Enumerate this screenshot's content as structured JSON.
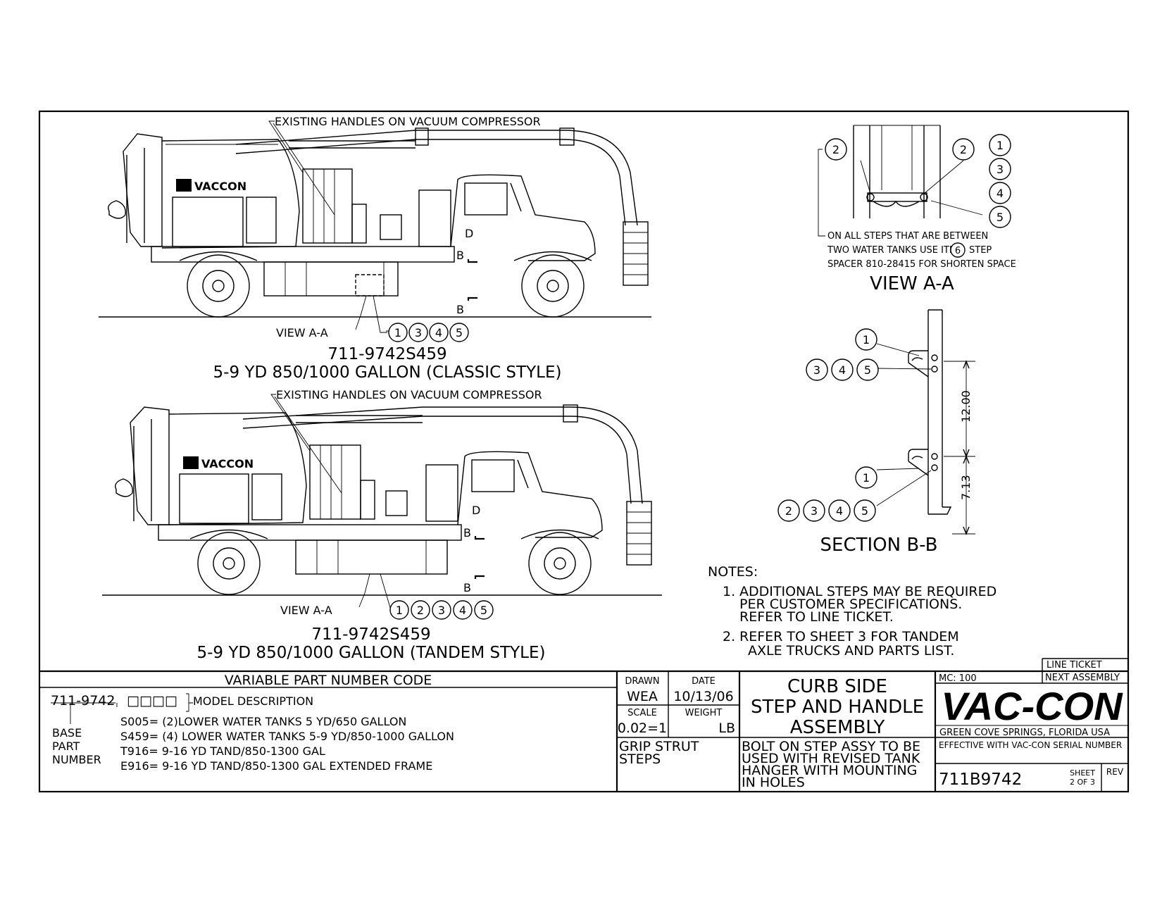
{
  "truck_top": {
    "callout": "EXISTING HANDLES ON VACUUM COMPRESSOR",
    "logo": "VACCON",
    "view_label": "VIEW A-A",
    "section_b_top": "B",
    "section_b_bottom": "B",
    "door_mark": "D",
    "bubbles": [
      "1",
      "3",
      "4",
      "5"
    ],
    "part_number": "711-9742S459",
    "description": "5-9 YD 850/1000 GALLON (CLASSIC STYLE)"
  },
  "truck_bottom": {
    "callout": "EXISTING HANDLES ON VACUUM COMPRESSOR",
    "logo": "VACCON",
    "view_label": "VIEW A-A",
    "section_b_top": "B",
    "section_b_bottom": "B",
    "door_mark": "D",
    "bubbles": [
      "1",
      "2",
      "3",
      "4",
      "5"
    ],
    "part_number": "711-9742S459",
    "description": "5-9 YD 850/1000 GALLON (TANDEM STYLE)"
  },
  "view_aa": {
    "title": "VIEW A-A",
    "bubble_left": "2",
    "bubble_right": "2",
    "stack": [
      "1",
      "3",
      "4",
      "5"
    ],
    "note_line1": "ON ALL STEPS THAT ARE BETWEEN",
    "note_line2a": "TWO WATER TANKS USE ITEM",
    "note_item": "6",
    "note_line2b": "STEP",
    "note_line3": "SPACER 810-28415 FOR SHORTEN SPACE"
  },
  "section_bb": {
    "title": "SECTION B-B",
    "top_bubble": "1",
    "top_row": [
      "3",
      "4",
      "5"
    ],
    "mid_bubble": "1",
    "bottom_row": [
      "2",
      "3",
      "4",
      "5"
    ],
    "dim_upper": "12.00",
    "dim_lower": "7.13"
  },
  "notes": {
    "heading": "NOTES:",
    "n1_num": "1.",
    "n1_l1": "ADDITIONAL STEPS MAY BE REQUIRED",
    "n1_l2": "PER CUSTOMER SPECIFICATIONS.",
    "n1_l3": "REFER TO LINE TICKET.",
    "n2_num": "2.",
    "n2_l1": "REFER TO SHEET 3 FOR TANDEM",
    "n2_l2": "AXLE TRUCKS AND PARTS LIST."
  },
  "title_block": {
    "vpn_header": "VARIABLE PART NUMBER CODE",
    "base_code": "711-9742",
    "boxes": "□□□□",
    "model_desc": "MODEL DESCRIPTION",
    "base_label_1": "BASE",
    "base_label_2": "PART",
    "base_label_3": "NUMBER",
    "options": [
      "S005= (2)LOWER WATER TANKS 5 YD/650 GALLON",
      "S459= (4) LOWER WATER TANKS 5-9 YD/850-1000 GALLON",
      "T916= 9-16 YD TAND/850-1300 GAL",
      "E916= 9-16 YD TAND/850-1300 GAL EXTENDED FRAME"
    ],
    "drawn_label": "DRAWN",
    "drawn_value": "WEA",
    "date_label": "DATE",
    "date_value": "10/13/06",
    "scale_label": "SCALE",
    "scale_value": "0.02=1",
    "weight_label": "WEIGHT",
    "weight_unit": "LB",
    "material_1": "GRIP STRUT",
    "material_2": "STEPS",
    "title_1": "CURB SIDE",
    "title_2": "STEP AND HANDLE",
    "title_3": "ASSEMBLY",
    "desc_1": "BOLT ON STEP ASSY TO BE",
    "desc_2": "USED WITH REVISED TANK",
    "desc_3": "HANGER WITH MOUNTING",
    "desc_4": "IN HOLES",
    "mc": "MC: 100",
    "line_ticket": "LINE TICKET",
    "next_assembly": "NEXT ASSEMBLY",
    "company": "VAC-CON",
    "location": "GREEN COVE SPRINGS, FLORIDA USA",
    "effective": "EFFECTIVE WITH VAC-CON SERIAL NUMBER",
    "drawing_number": "711B9742",
    "sheet_label": "SHEET",
    "sheet_value": "2 OF 3",
    "rev_label": "REV"
  }
}
